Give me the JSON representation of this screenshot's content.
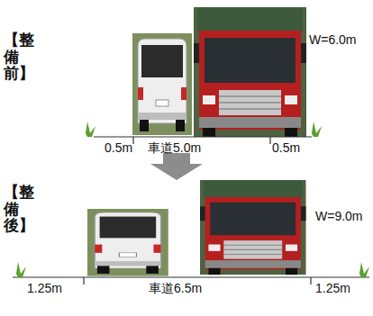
{
  "diagram": {
    "labels": [
      "【整備前】",
      "W=6.0m",
      "0.5m",
      "車道5.0m",
      "0.5m",
      "【整備後】",
      "W=9.0m",
      "1.25m",
      "車道6.5m",
      "1.25m"
    ]
  }
}
